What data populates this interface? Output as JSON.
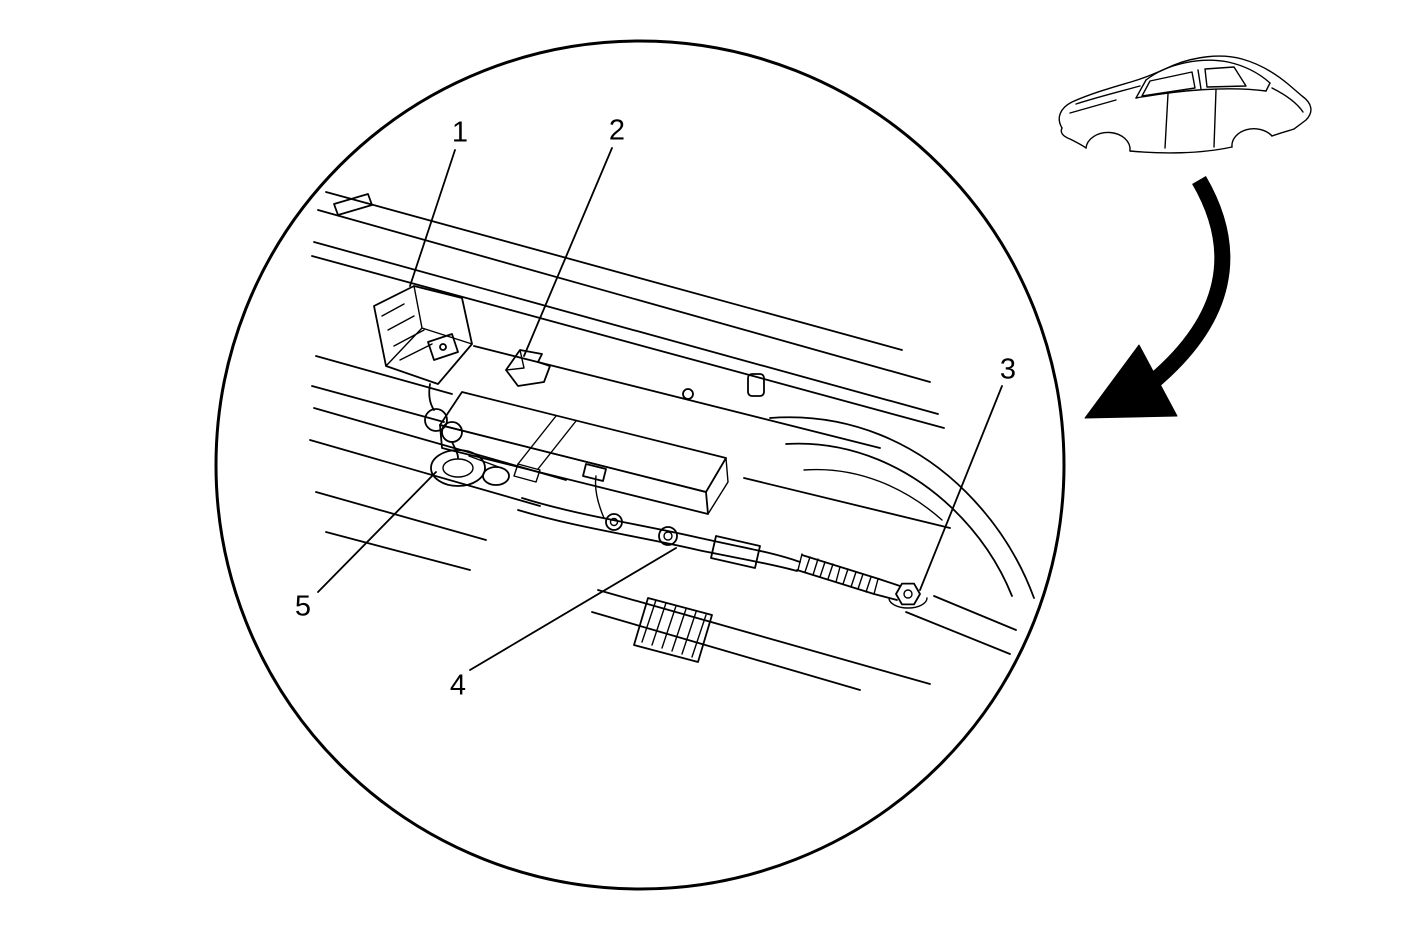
{
  "figure": {
    "background_color": "#ffffff",
    "line_color": "#000000"
  },
  "callouts": [
    {
      "label": "1"
    },
    {
      "label": "2"
    },
    {
      "label": "3"
    },
    {
      "label": "4"
    },
    {
      "label": "5"
    }
  ]
}
